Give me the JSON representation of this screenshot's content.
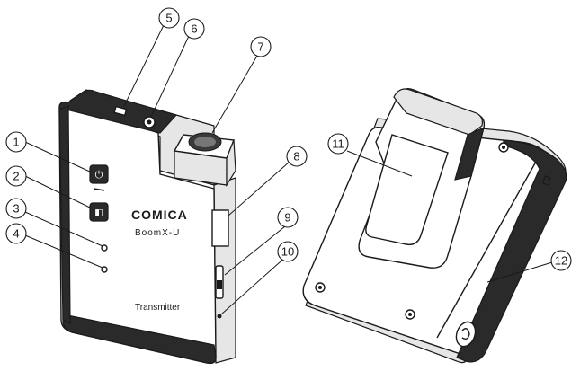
{
  "device": {
    "brand": "COMICA",
    "model": "BoomX-U",
    "unit_label": "Transmitter"
  },
  "callouts": [
    "1",
    "2",
    "3",
    "4",
    "5",
    "6",
    "7",
    "8",
    "9",
    "10",
    "11",
    "12"
  ],
  "colors": {
    "line": "#1a1a1a",
    "body": "#ffffff",
    "band": "#2a2a2a",
    "shade": "#e6e6e6"
  },
  "icons": [
    "power-button-icon",
    "mode-button-icon",
    "indicator-led-icon",
    "microphone-grille-icon",
    "belt-clip-icon",
    "lanyard-hole-icon"
  ]
}
